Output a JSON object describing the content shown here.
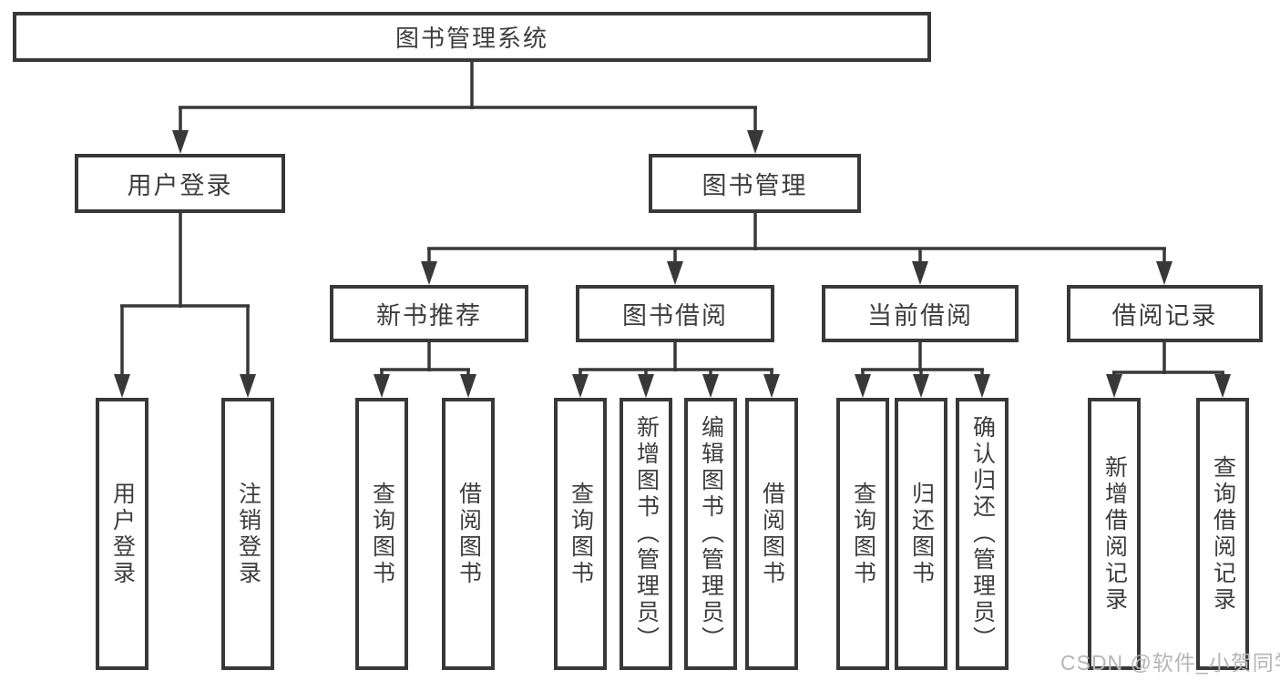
{
  "diagram": {
    "tree": {
      "label": "图书管理系统",
      "children": [
        {
          "label": "用户登录",
          "children": [
            {
              "label": "用户登录"
            },
            {
              "label": "注销登录"
            }
          ]
        },
        {
          "label": "图书管理",
          "children": [
            {
              "label": "新书推荐",
              "children": [
                {
                  "label": "查询图书"
                },
                {
                  "label": "借阅图书"
                }
              ]
            },
            {
              "label": "图书借阅",
              "children": [
                {
                  "label": "查询图书"
                },
                {
                  "label": "新增图书（管理员）"
                },
                {
                  "label": "编辑图书（管理员）"
                },
                {
                  "label": "借阅图书"
                }
              ]
            },
            {
              "label": "当前借阅",
              "children": [
                {
                  "label": "查询图书"
                },
                {
                  "label": "归还图书"
                },
                {
                  "label": "确认归还（管理员）"
                }
              ]
            },
            {
              "label": "借阅记录",
              "children": [
                {
                  "label": "新增借阅记录"
                },
                {
                  "label": "查询借阅记录"
                }
              ]
            }
          ]
        }
      ]
    }
  },
  "watermark": {
    "text": "CSDN @软件_小贺同学"
  },
  "colors": {
    "line": "#383838",
    "text": "#3d3d3d",
    "watermark": "#b5b5b5",
    "bg": "#ffffff"
  }
}
